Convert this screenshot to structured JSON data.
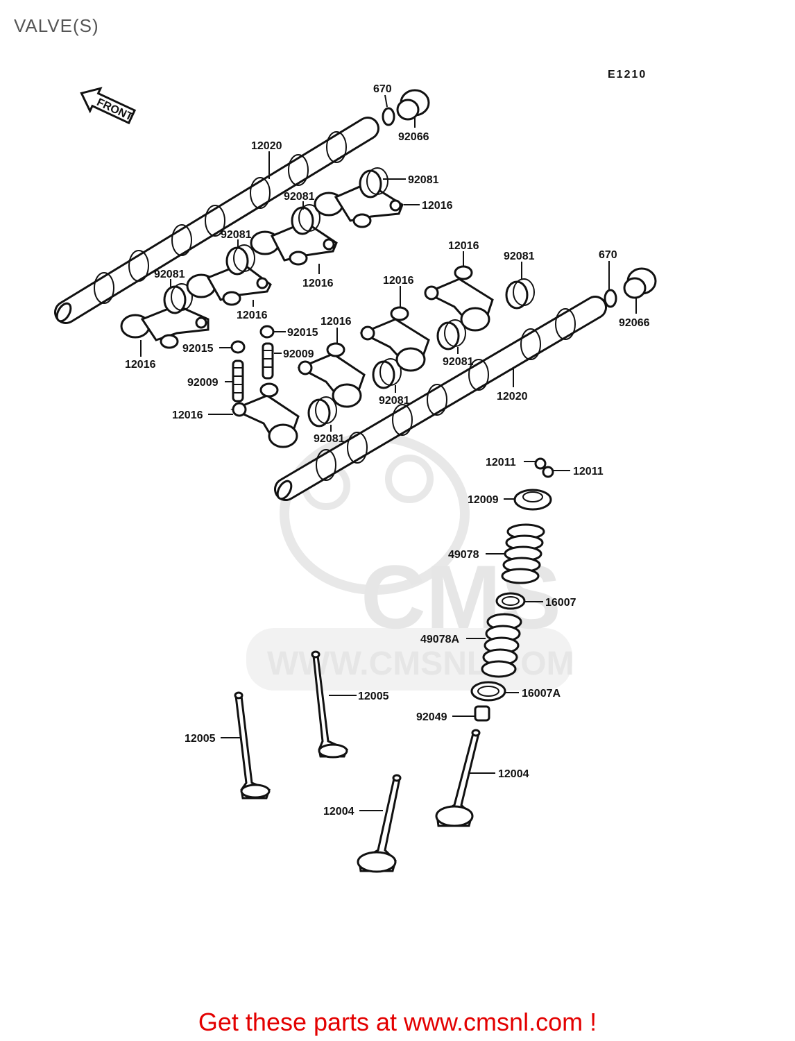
{
  "page_title": "VALVE(S)",
  "diagram_code": "E1210",
  "front_arrow_text": "FRONT",
  "watermark": {
    "logo_text": "CMS",
    "site_text": "WWW.CMSNL.COM"
  },
  "footer_text": "Get these parts at www.cmsnl.com !",
  "parts": {
    "p670_top": "670",
    "p92066_top": "92066",
    "p12020_top": "12020",
    "p92081_a": "92081",
    "p12016_a": "12016",
    "p92081_b": "92081",
    "p92081_c": "92081",
    "p12016_b": "12016",
    "p92081_d": "92081",
    "p12016_c": "12016",
    "p12016_d": "12016",
    "p12016_e": "12016",
    "p92081_e": "92081",
    "p670_right": "670",
    "p92066_right": "92066",
    "p12016_f": "12016",
    "p92015_a": "92015",
    "p12016_g": "12016",
    "p92015_b": "92015",
    "p92009_a": "92009",
    "p92081_f": "92081",
    "p92009_b": "92009",
    "p92081_g": "92081",
    "p12020_bottom": "12020",
    "p12016_h": "12016",
    "p92081_h": "92081",
    "p12011_a": "12011",
    "p12011_b": "12011",
    "p12009": "12009",
    "p49078": "49078",
    "p16007": "16007",
    "p49078A": "49078A",
    "p12005_a": "12005",
    "p16007A": "16007A",
    "p92049": "92049",
    "p12005_b": "12005",
    "p12004_a": "12004",
    "p12004_b": "12004"
  }
}
